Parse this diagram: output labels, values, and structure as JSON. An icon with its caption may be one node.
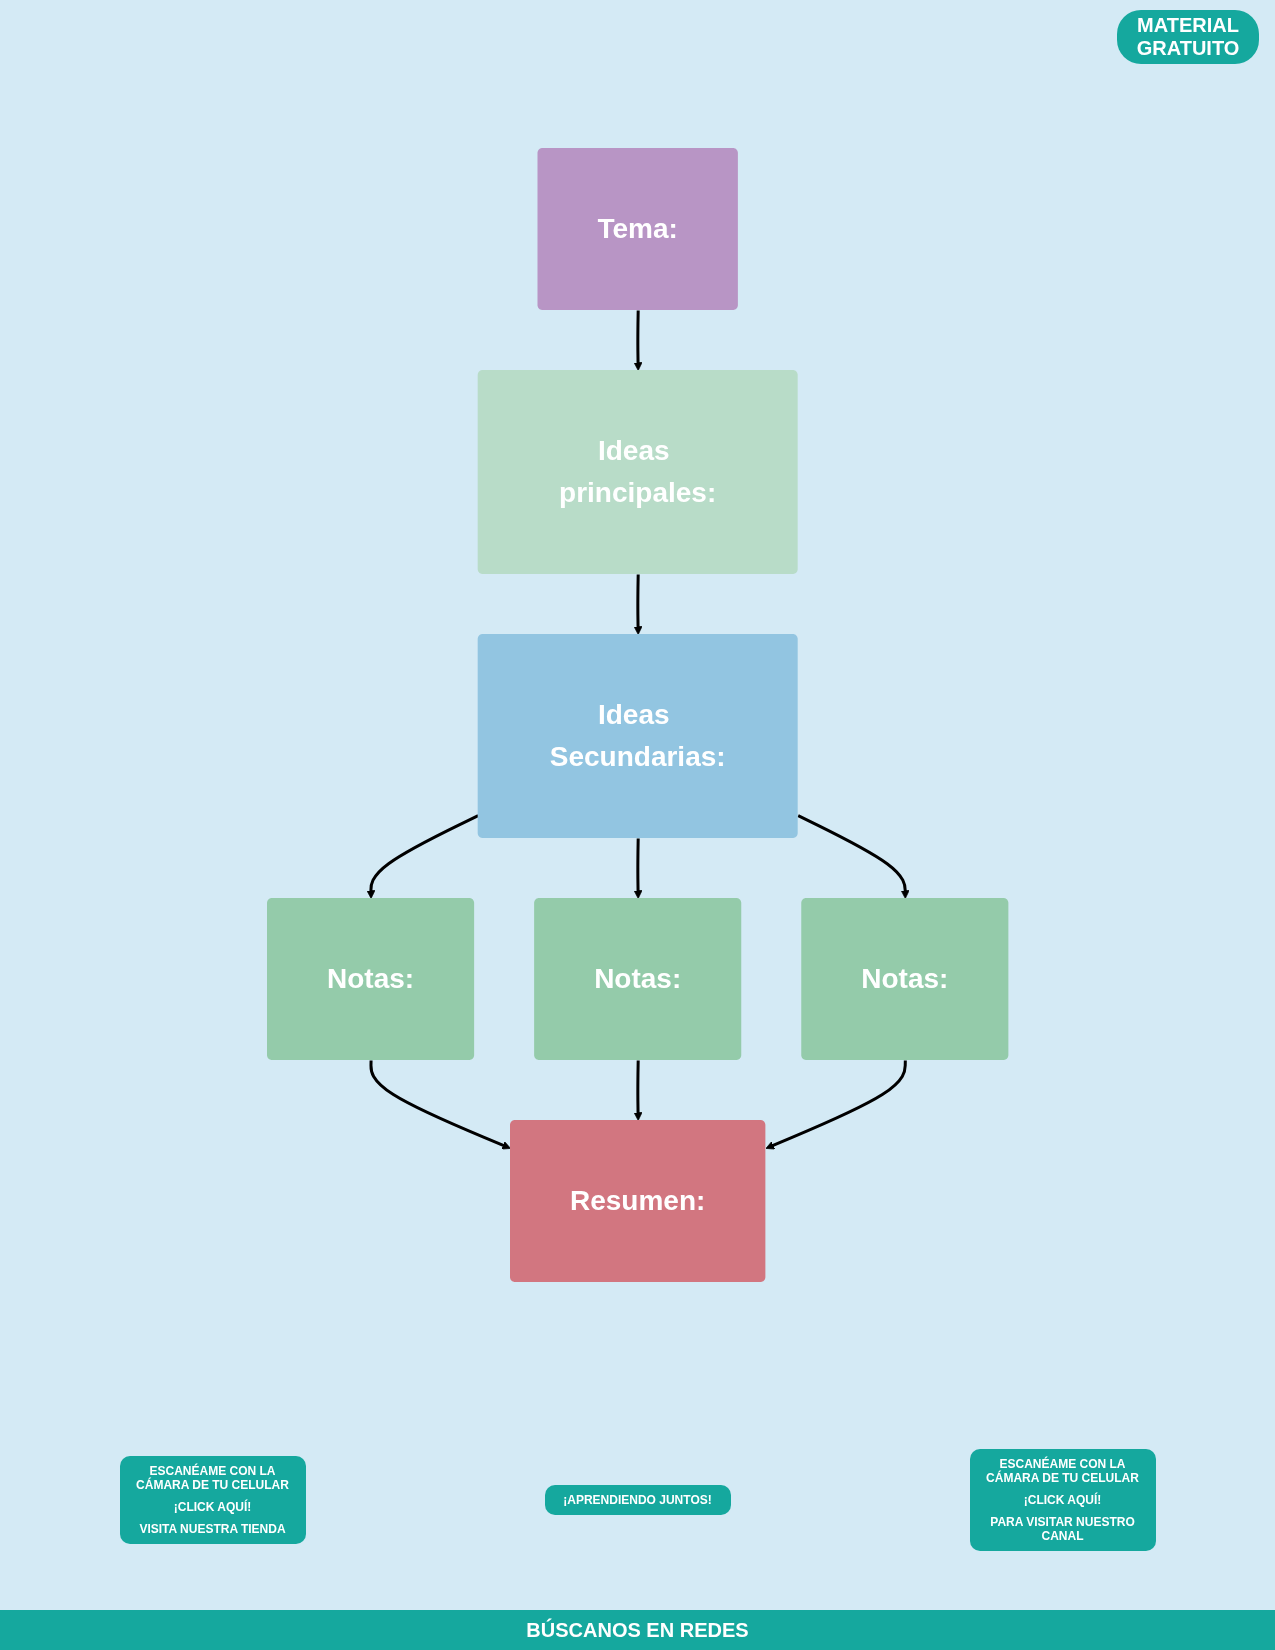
{
  "diagram": {
    "nodes": [
      {
        "text": [
          "Tema:"
        ]
      },
      {
        "text": [
          "Ideas principales:"
        ]
      },
      {
        "text": [
          "Ideas Secundarias:"
        ]
      },
      {
        "text": [
          "Notas:"
        ]
      },
      {
        "text": [
          "Notas:"
        ]
      },
      {
        "text": [
          "Notas:"
        ]
      },
      {
        "text": [
          "Resumen:"
        ]
      }
    ],
    "edges": [
      {
        "from": 0,
        "to": 1,
        "arrow": "to"
      },
      {
        "from": 1,
        "to": 2,
        "arrow": "to"
      },
      {
        "from": 2,
        "to": 3,
        "arrow": "to"
      },
      {
        "from": 2,
        "to": 4,
        "arrow": "to"
      },
      {
        "from": 2,
        "to": 5,
        "arrow": "to"
      },
      {
        "from": 3,
        "to": 6,
        "arrow": "to"
      },
      {
        "from": 4,
        "to": 6,
        "arrow": "to"
      },
      {
        "from": 5,
        "to": 6,
        "arrow": "to"
      }
    ],
    "labels": [
      "MATERIAL GRATUITO",
      "ESCANÉAME CON LA CÁMARA DE TU CELULAR",
      "¡CLICK AQUÍ!",
      "VISITA NUESTRA TIENDA",
      "¡APRENDIENDO JUNTOS!",
      "ESCANÉAME CON LA CÁMARA DE TU CELULAR",
      "¡CLICK AQUÍ!",
      "PARA VISITAR NUESTRO CANAL",
      "BÚSCANOS EN REDES"
    ]
  }
}
